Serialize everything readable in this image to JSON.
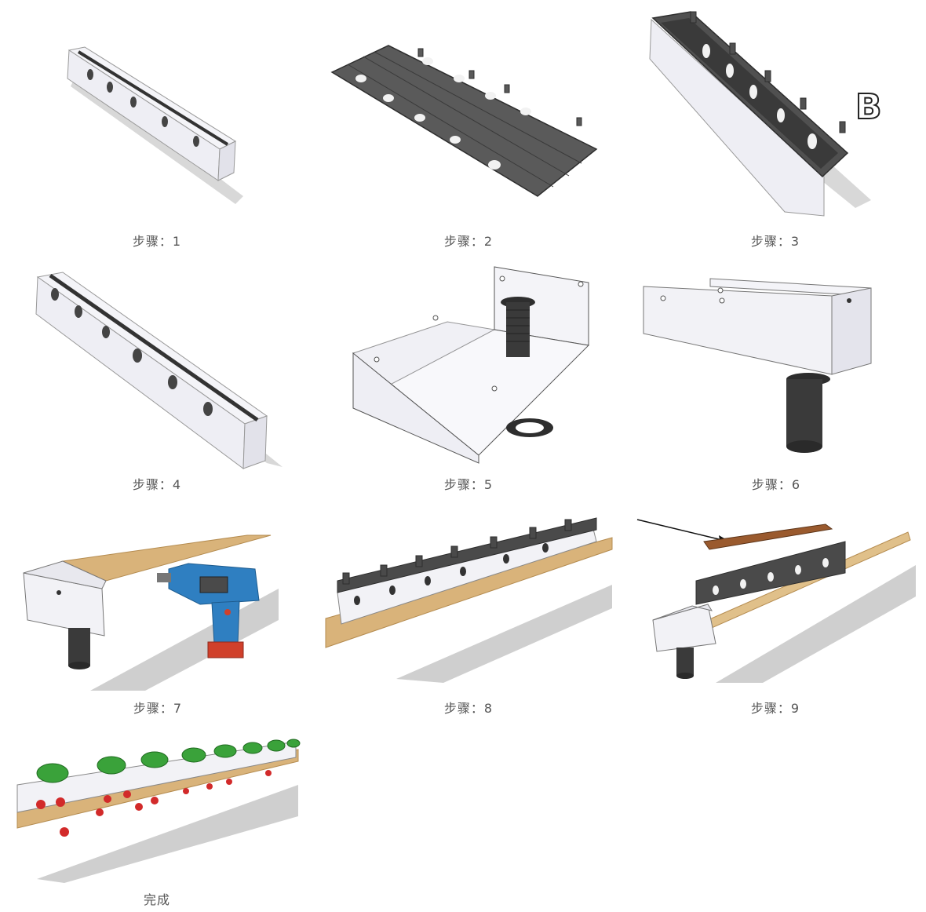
{
  "steps": [
    {
      "caption": "步骤：1"
    },
    {
      "caption": "步骤：2"
    },
    {
      "caption": "步骤：3",
      "marker": "B"
    },
    {
      "caption": "步骤：4"
    },
    {
      "caption": "步骤：5"
    },
    {
      "caption": "步骤：6"
    },
    {
      "caption": "步骤：7"
    },
    {
      "caption": "步骤：8"
    },
    {
      "caption": "步骤：9"
    },
    {
      "caption": "完成"
    }
  ],
  "colors": {
    "white_part": "#f2f2f6",
    "white_edge": "#e0e0e8",
    "dark_part": "#4a4a4a",
    "dark_edge": "#2e2e2e",
    "shadow": "#d4d4d4",
    "wood": "#d9b37a",
    "coir": "#9a5a2e",
    "drill_blue": "#2f7fc1",
    "drill_red": "#d0402b",
    "leaf": "#3aa23a",
    "berry": "#d22a2a"
  }
}
